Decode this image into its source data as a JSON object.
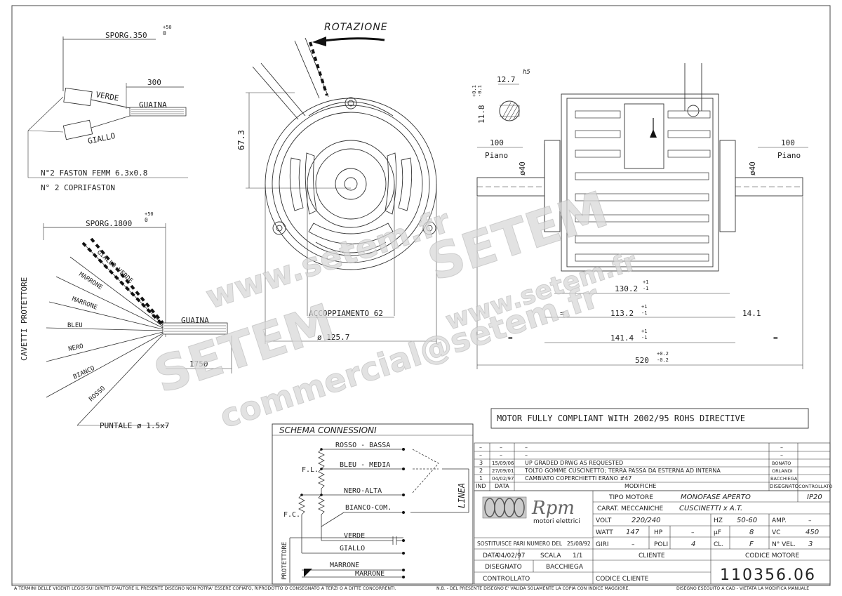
{
  "rotation": "ROTAZIONE",
  "top_left": {
    "sporg": "SPORG.350",
    "sporg_tol_plus": "+50",
    "sporg_tol_zero": "0",
    "dim_300": "300",
    "verde": "VERDE",
    "giallo": "GIALLO",
    "guaina": "GUAINA",
    "faston": "N°2 FASTON FEMM 6.3x0.8",
    "coprifaston": "N° 2 COPRIFASTON"
  },
  "bottom_left": {
    "sporg": "SPORG.1800",
    "sporg_tol_plus": "+50",
    "sporg_tol_zero": "0",
    "cavetti": "CAVETTI PROTETTORE",
    "wires": [
      "GIALLO-VERDE",
      "MARRONE",
      "MARRONE",
      "BLEU",
      "NERO",
      "BIANCO",
      "ROSSO"
    ],
    "guaina": "GUAINA",
    "dim_1750": "1750",
    "puntale": "PUNTALE ø 1.5x7"
  },
  "front_view": {
    "dim_67": "67.3",
    "accoppiamento": "ACCOPPIAMENTO 62",
    "diameter": "ø 125.7"
  },
  "shaft": {
    "h5": "h5",
    "w": "12.7",
    "h": "11.8",
    "tol": "-0.1",
    "tol2": "+0.1"
  },
  "side_view": {
    "left_100": "100",
    "left_piano": "Piano",
    "left_d40": "ø40",
    "right_100": "100",
    "right_piano": "Piano",
    "right_d40": "ø40",
    "dim_130": "130.2",
    "dim_113": "113.2",
    "dim_141": "141.4",
    "dim_520": "520",
    "dim_14": "14.1",
    "tol_plus1": "+1",
    "tol_minus1": "-1",
    "tol_p02": "+0.2",
    "tol_m02": "-0.2",
    "eq": "="
  },
  "rohs": "MOTOR FULLY COMPLIANT WITH 2002/95 ROHS DIRECTIVE",
  "schema": {
    "title": "SCHEMA CONNESSIONI",
    "rosso": "ROSSO - BASSA",
    "bleu": "BLEU - MEDIA",
    "nero": "NERO-ALTA",
    "bianco": "BIANCO-COM.",
    "verde": "VERDE",
    "giallo": "GIALLO",
    "marrone1": "MARRONE",
    "marrone2": "MARRONE",
    "fl": "F.L.",
    "fc": "F.C.",
    "linea": "LINEA",
    "protettore": "PROTETTORE"
  },
  "revisions": {
    "rows": [
      {
        "n": "–",
        "date": "–",
        "desc": "–",
        "by": "–"
      },
      {
        "n": "–",
        "date": "–",
        "desc": "–",
        "by": "–"
      },
      {
        "n": "3",
        "date": "15/09/06",
        "desc": "UP GRADED DRWG AS REQUESTED",
        "by": "BONATO"
      },
      {
        "n": "2",
        "date": "27/09/01",
        "desc": "TOLTO GOMME CUSCINETTO; TERRA PASSA DA ESTERNA AD INTERNA",
        "by": "ORLANDI"
      },
      {
        "n": "1",
        "date": "04/02/97",
        "desc": "CAMBIATO COPERCHIETTI ERANO #47",
        "by": "BACCHIEGA"
      }
    ],
    "h_ind": "IND",
    "h_data": "DATA",
    "h_mod": "MODIFICHE",
    "h_dis": "DISEGNATO",
    "h_con": "CONTROLLATO"
  },
  "title_block": {
    "logo": "Rpm",
    "logo_sub": "motori elettrici",
    "tipo_label": "TIPO MOTORE",
    "tipo_value": "MONOFASE APERTO",
    "ip": "IP20",
    "carat_label": "CARAT. MECCANICHE",
    "carat_value": "CUSCINETTI x A.T.",
    "volt_label": "VOLT",
    "volt_value": "220/240",
    "hz_label": "HZ",
    "hz_value": "50-60",
    "amp_label": "AMP.",
    "amp_value": "–",
    "watt_label": "WATT",
    "watt_value": "147",
    "hp_label": "HP",
    "hp_value": "–",
    "uf_label": "μF",
    "uf_value": "8",
    "vc_label": "VC",
    "vc_value": "450",
    "giri_label": "GIRI",
    "giri_value": "–",
    "poli_label": "POLI",
    "poli_value": "4",
    "cl_label": "CL.",
    "cl_value": "F",
    "nvel_label": "N° VEL.",
    "nvel_value": "3",
    "sost_label": "SOSTITUISCE PARI NUMERO DEL",
    "sost_value": "25/08/92",
    "data_label": "DATA",
    "data_value": "04/02/97",
    "scala_label": "SCALA",
    "scala_value": "1/1",
    "cliente_label": "CLIENTE",
    "codice_motore_label": "CODICE MOTORE",
    "disegnato_label": "DISEGNATO",
    "disegnato_value": "BACCHIEGA",
    "controllato_label": "CONTROLLATO",
    "codice_cliente_label": "CODICE CLIENTE",
    "code": "110356.06"
  },
  "footer": {
    "left": "A TERMINI DELLE VIGENTI LEGGI SUI DIRITTI D'AUTORE IL PRESENTE DISEGNO NON POTRA' ESSERE COPIATO, RIPRODOTTO O CONSEGNATO A TERZI O A DITTE CONCORRENTI.",
    "mid": "N.B. - DEL PRESENTE DISEGNO E' VALIDA SOLAMENTE LA COPIA CON INDICE MAGGIORE.",
    "right": "DISEGNO ESEGUITO A CAD - VIETATA LA MODIFICA MANUALE"
  },
  "watermarks": {
    "w1": "www.setem.fr",
    "w2": "SETEM",
    "w3": "SETEM",
    "w4": "www.setem.fr",
    "w5": "commercial@setem.fr"
  }
}
